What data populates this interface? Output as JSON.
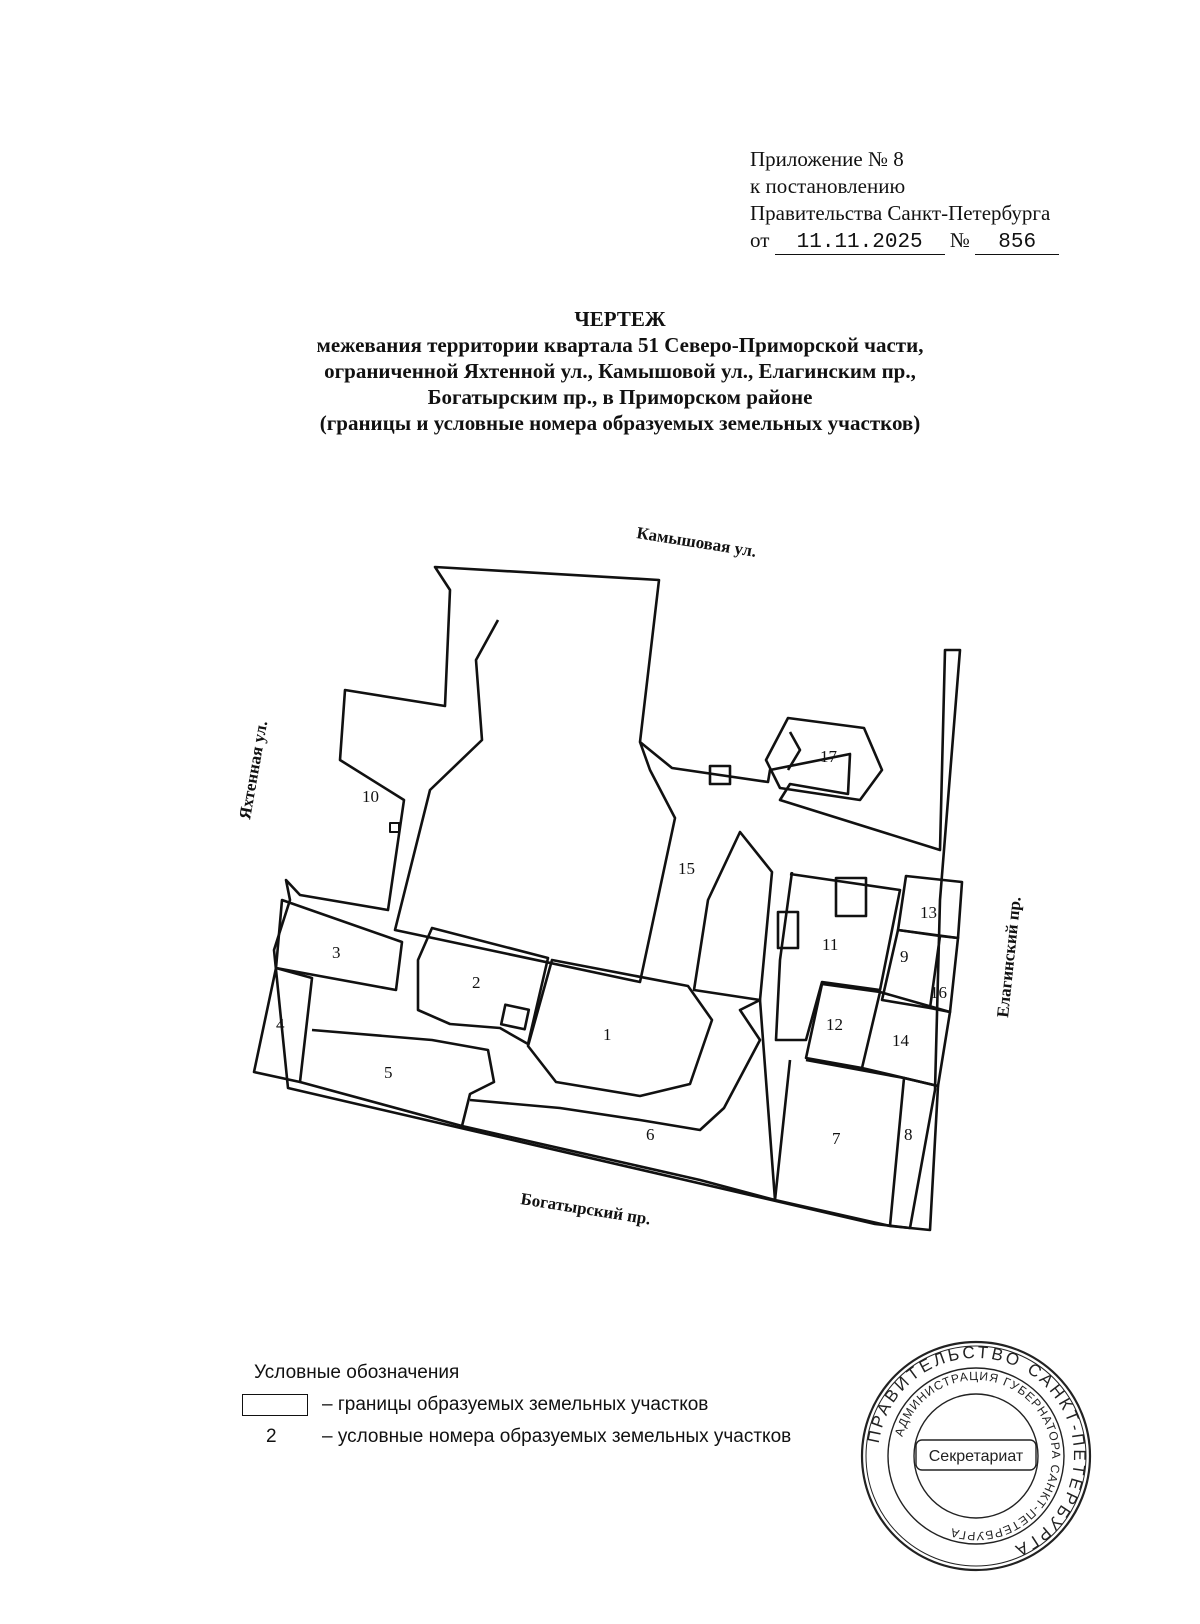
{
  "appendix": {
    "line1": "Приложение № 8",
    "line2": "к постановлению",
    "line3": "Правительства Санкт-Петербурга",
    "from_label": "от",
    "date": "11.11.2025",
    "number_label": "№",
    "number": "856"
  },
  "title": {
    "heading": "ЧЕРТЕЖ",
    "line1": "межевания территории квартала 51 Северо-Приморской части,",
    "line2": "ограниченной Яхтенной ул., Камышовой ул., Елагинским пр.,",
    "line3": "Богатырским пр., в Приморском районе",
    "line4": "(границы и условные номера образуемых земельных участков)"
  },
  "streets": {
    "kamyshovaya": "Камышовая ул.",
    "yakhtennaya": "Яхтенная ул.",
    "elaginsky": "Елагинский пр.",
    "bogatyrsky": "Богатырский пр."
  },
  "parcels": [
    "1",
    "2",
    "3",
    "4",
    "5",
    "6",
    "7",
    "8",
    "9",
    "10",
    "11",
    "12",
    "13",
    "14",
    "15",
    "16",
    "17"
  ],
  "legend": {
    "heading": "Условные обозначения",
    "boundary_text": "– границы образуемых земельных участков",
    "number_sample": "2",
    "number_text": "– условные номера образуемых земельных участков"
  },
  "stamp": {
    "outer_text": "ПРАВИТЕЛЬСТВО САНКТ-ПЕТЕРБУРГА",
    "inner_text": "АДМИНИСТРАЦИЯ ГУБЕРНАТОРА САНКТ-ПЕТЕРБУРГА",
    "center": "Секретариат"
  }
}
